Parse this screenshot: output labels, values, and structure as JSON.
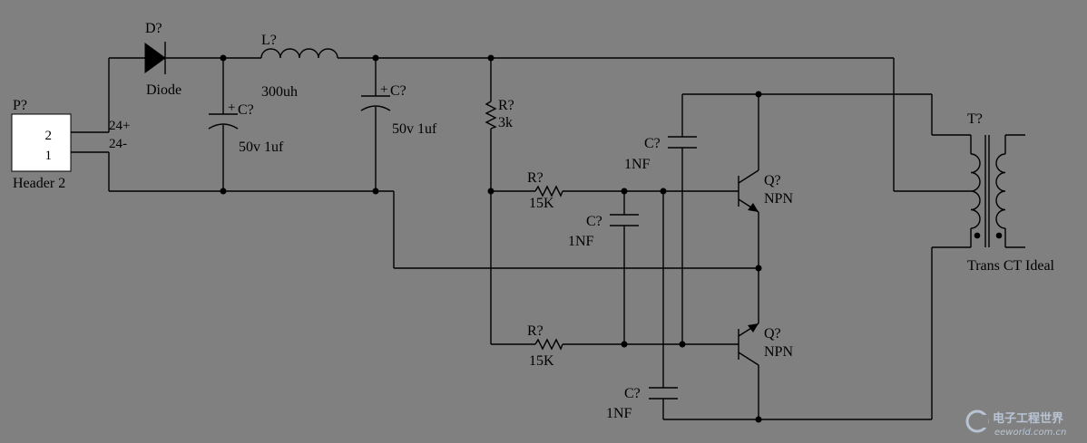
{
  "header": {
    "designator": "P?",
    "pin_top": "2",
    "pin_bottom": "1",
    "name": "Header 2",
    "net_pos": "24+",
    "net_neg": "24-"
  },
  "diode": {
    "designator": "D?",
    "name": "Diode"
  },
  "inductor": {
    "designator": "L?",
    "value": "300uh"
  },
  "cap_in": {
    "designator": "C?",
    "value": "50v 1uf",
    "polarity": "+"
  },
  "cap_mid": {
    "designator": "C?",
    "value": "50v 1uf",
    "polarity": "+"
  },
  "resistor_bias": {
    "designator": "R?",
    "value": "3k"
  },
  "cap_top": {
    "designator": "C?",
    "value": "1NF"
  },
  "resistor_q1": {
    "designator": "R?",
    "value": "15K"
  },
  "cap_q1": {
    "designator": "C?",
    "value": "1NF"
  },
  "resistor_q2": {
    "designator": "R?",
    "value": "15K"
  },
  "cap_bottom": {
    "designator": "C?",
    "value": "1NF"
  },
  "transistor_top": {
    "designator": "Q?",
    "type": "NPN"
  },
  "transistor_bottom": {
    "designator": "Q?",
    "type": "NPN"
  },
  "transformer": {
    "designator": "T?",
    "name": "Trans CT Ideal"
  },
  "watermark": {
    "cn": "电子工程世界",
    "en": "eeworld.com.cn",
    "color": "#b8c4d4"
  },
  "colors": {
    "background": "#808080",
    "ink": "#000000",
    "header_fill": "#ffffff"
  }
}
